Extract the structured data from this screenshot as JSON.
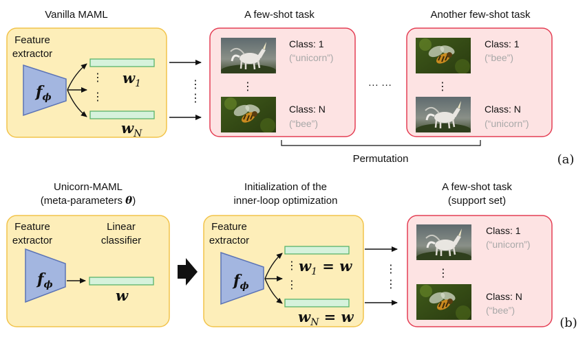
{
  "colors": {
    "yellow_box_fill": "#fdeeb9",
    "yellow_box_stroke": "#f2c34a",
    "red_box_fill": "#fde3e3",
    "red_box_stroke": "#e43e54",
    "extractor_fill": "#a3b6e0",
    "extractor_stroke": "#5b73b5",
    "vector_fill": "#d6f2dc",
    "vector_stroke": "#58b36a",
    "gray_text": "#a8a8a8"
  },
  "icons": {
    "unicorn": "unicorn-image",
    "bee": "bee-image",
    "next": "block-arrow-right-icon"
  },
  "panel_a": {
    "tag": "(a)",
    "maml": {
      "title": "Vanilla MAML",
      "extractor_label_line1": "Feature",
      "extractor_label_line2": "extractor",
      "f_symbol": "f",
      "f_sub": "ϕ",
      "w_top": "w",
      "w_top_sub": "1",
      "w_bottom": "w",
      "w_bottom_sub": "N"
    },
    "task1": {
      "title": "A few-shot task",
      "row1_class": "Class: 1",
      "row1_name": "(“unicorn”)",
      "row2_class": "Class: N",
      "row2_name": "(“bee”)"
    },
    "task2": {
      "title": "Another few-shot task",
      "row1_class": "Class: 1",
      "row1_name": "(“bee”)",
      "row2_class": "Class: N",
      "row2_name": "(“unicorn”)"
    },
    "between_dots": "··· ···",
    "permutation_label": "Permutation"
  },
  "panel_b": {
    "tag": "(b)",
    "unicorn_maml": {
      "title_line1": "Unicorn-MAML",
      "title_line2_prefix": "(meta-parameters ",
      "title_line2_theta": "θ",
      "title_line2_suffix": ")",
      "extractor_label_line1": "Feature",
      "extractor_label_line2": "extractor",
      "classifier_label_line1": "Linear",
      "classifier_label_line2": "classifier",
      "f_symbol": "f",
      "f_sub": "ϕ",
      "w": "w"
    },
    "init": {
      "title_line1": "Initialization of the",
      "title_line2": "inner-loop optimization",
      "extractor_label_line1": "Feature",
      "extractor_label_line2": "extractor",
      "f_symbol": "f",
      "f_sub": "ϕ",
      "eq_top_w": "w",
      "eq_top_sub": "1",
      "eq_top_rhs": " = w",
      "eq_bottom_w": "w",
      "eq_bottom_sub": "N",
      "eq_bottom_rhs": " = w"
    },
    "task": {
      "title_line1": "A few-shot task",
      "title_line2": "(support set)",
      "row1_class": "Class: 1",
      "row1_name": "(“unicorn”)",
      "row2_class": "Class: N",
      "row2_name": "(“bee”)"
    }
  }
}
